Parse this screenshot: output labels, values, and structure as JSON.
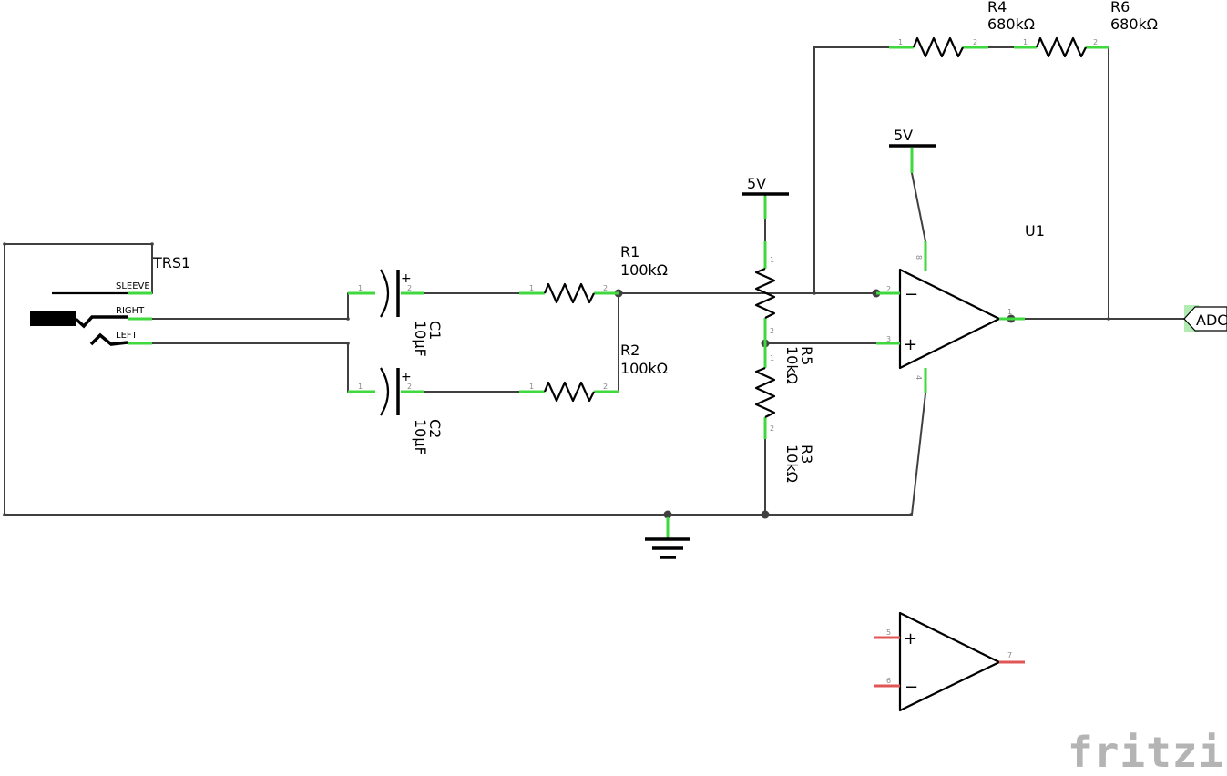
{
  "trs": {
    "label": "TRS1",
    "sleeve": "SLEEVE",
    "right": "RIGHT",
    "left": "LEFT"
  },
  "c1": {
    "name": "C1",
    "value": "10µF"
  },
  "c2": {
    "name": "C2",
    "value": "10µF"
  },
  "r1": {
    "name": "R1",
    "value": "100kΩ"
  },
  "r2": {
    "name": "R2",
    "value": "100kΩ"
  },
  "r3": {
    "name": "R3",
    "value": "10kΩ"
  },
  "r4": {
    "name": "R4",
    "value": "680kΩ"
  },
  "r5": {
    "name": "R5",
    "value": "10kΩ"
  },
  "r6": {
    "name": "R6",
    "value": "680kΩ"
  },
  "u1": {
    "name": "U1"
  },
  "supply": {
    "mid": "5V",
    "opamp": "5V"
  },
  "adc": {
    "label": "ADC"
  },
  "opamp_signs": {
    "minus": "−",
    "plus": "+"
  },
  "pins": {
    "p1": "1",
    "p2": "2",
    "p3": "3",
    "p4": "4",
    "p5": "5",
    "p6": "6",
    "p7": "7",
    "p8": "8"
  },
  "watermark": "fritzing"
}
